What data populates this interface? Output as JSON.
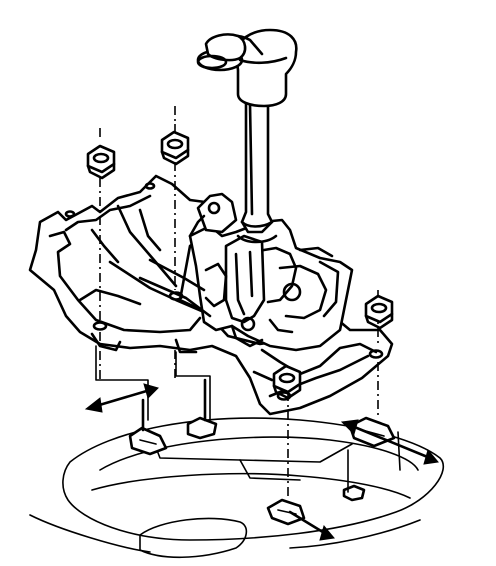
{
  "figure": {
    "components": [
      {
        "id": "shift-knob",
        "icon": "shifter-knob-icon"
      },
      {
        "id": "shift-lever",
        "icon": "shift-lever-icon"
      },
      {
        "id": "shifter-base-bracket",
        "icon": "bracket-icon"
      },
      {
        "id": "mounting-nuts",
        "count": 4,
        "icon": "hex-nut-icon"
      },
      {
        "id": "mounting-studs",
        "count": 4,
        "icon": "stud-icon"
      },
      {
        "id": "removal-direction-arrows",
        "count": 3,
        "icon": "double-arrow-icon"
      }
    ],
    "colors": {
      "line": "#000000",
      "background": "#ffffff"
    }
  }
}
